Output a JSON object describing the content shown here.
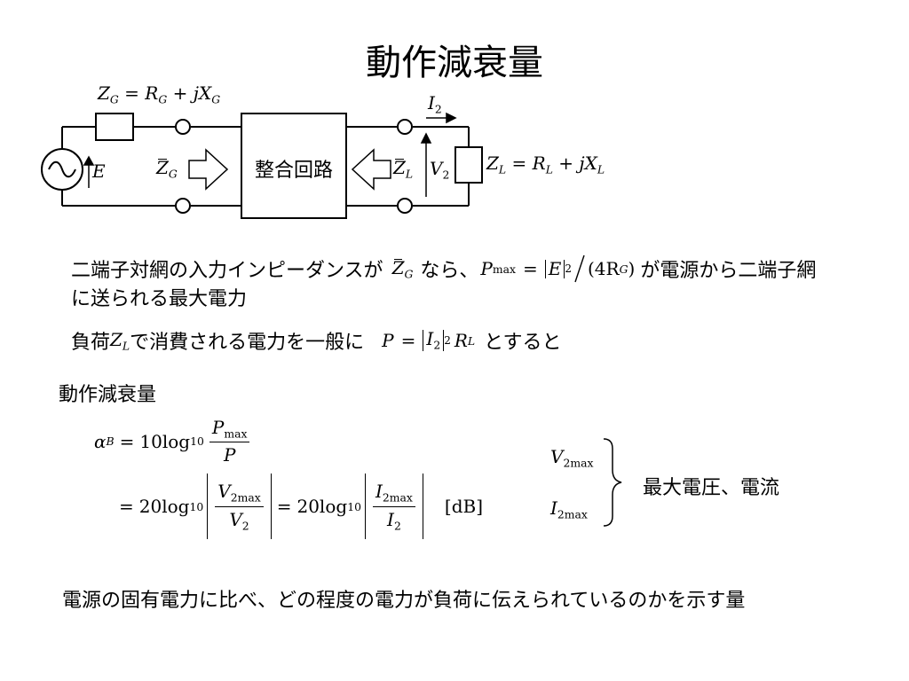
{
  "slide": {
    "title": "動作減衰量",
    "diagram": {
      "zg_formula": {
        "z": "Z",
        "zsub": "G",
        "eq": "= ",
        "r": "R",
        "rsub": "G",
        "plus": " + ",
        "jx": "jX",
        "xsub": "G"
      },
      "source_label": "E",
      "zg_in_label": {
        "z": "Z",
        "sub": "G"
      },
      "box_label": "整合回路",
      "zl_in_label": {
        "z": "Z",
        "sub": "L"
      },
      "v2_label": {
        "v": "V",
        "sub": "2"
      },
      "i2_label": {
        "i": "I",
        "sub": "2"
      },
      "zl_formula": {
        "z": "Z",
        "zsub": "L",
        "eq": "= ",
        "r": "R",
        "rsub": "L",
        "plus": " + ",
        "jx": "jX",
        "xsub": "L"
      }
    },
    "text1": {
      "part1": "二端子対網の入力インピーダンスが",
      "zg": {
        "z": "Z",
        "sub": "G"
      },
      "part2": "なら、",
      "pmax": {
        "p": "P",
        "sub": "max"
      },
      "eq": "=",
      "e": "E",
      "sq": "2",
      "den": "(4R",
      "densub": "G",
      "close": ")",
      "part3": "が電源から二端子網",
      "line2": "に送られる最大電力"
    },
    "text2": {
      "part1": "負荷",
      "zl": {
        "z": "Z",
        "sub": "L"
      },
      "part2": "で消費される電力を一般に",
      "p": "P",
      "eq": "=",
      "i": "I",
      "isub": "2",
      "sq": "2",
      "r": "R",
      "rsub": "L",
      "part3": "とすると"
    },
    "section_label": "動作減衰量",
    "formula": {
      "alpha": "α",
      "alpha_sub": "B",
      "eq": "=",
      "coef1": "10log",
      "log_sub": "10",
      "pmax": "P",
      "pmax_sub": "max",
      "p": "P",
      "coef2": "20log",
      "v": "V",
      "v_sub_num": "2max",
      "v_sub_den": "2",
      "i": "I",
      "i_sub_num": "2max",
      "i_sub_den": "2",
      "unit": "[dB]"
    },
    "side": {
      "v2max": {
        "v": "V",
        "sub": "2max"
      },
      "i2max": {
        "i": "I",
        "sub": "2max"
      },
      "label": "最大電圧、電流"
    },
    "footer": "電源の固有電力に比べ、どの程度の電力が負荷に伝えられているのかを示す量"
  }
}
